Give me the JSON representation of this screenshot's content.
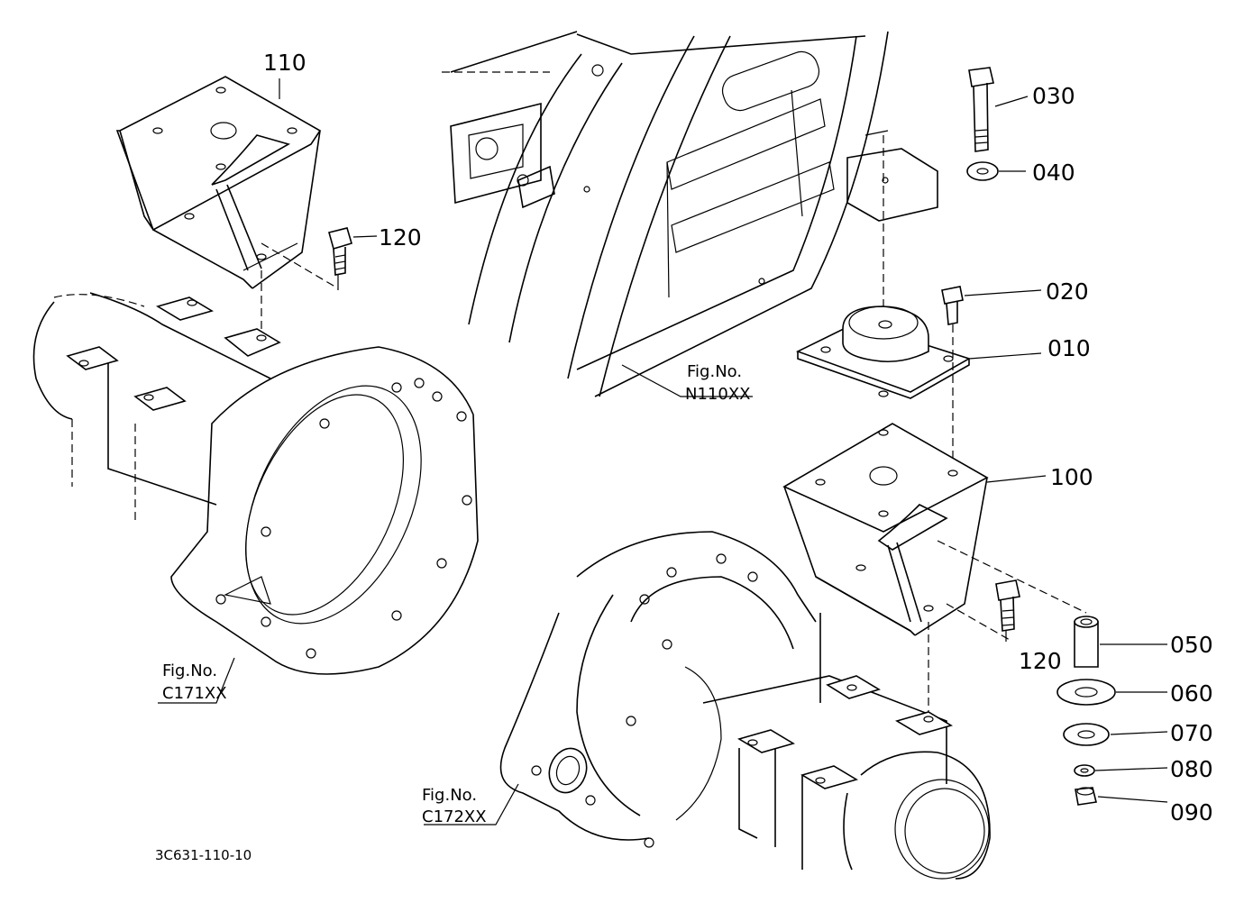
{
  "part_labels": {
    "p110": "110",
    "p120a": "120",
    "p030": "030",
    "p040": "040",
    "p020": "020",
    "p010": "010",
    "p100": "100",
    "p120b": "120",
    "p050": "050",
    "p060": "060",
    "p070": "070",
    "p080": "080",
    "p090": "090"
  },
  "figure_refs": {
    "n110": {
      "prefix": "Fig.No.",
      "code": "N110XX"
    },
    "c171": {
      "prefix": "Fig.No.",
      "code": "C171XX"
    },
    "c172": {
      "prefix": "Fig.No.",
      "code": "C172XX"
    }
  },
  "drawing_code": "3C631-110-10"
}
